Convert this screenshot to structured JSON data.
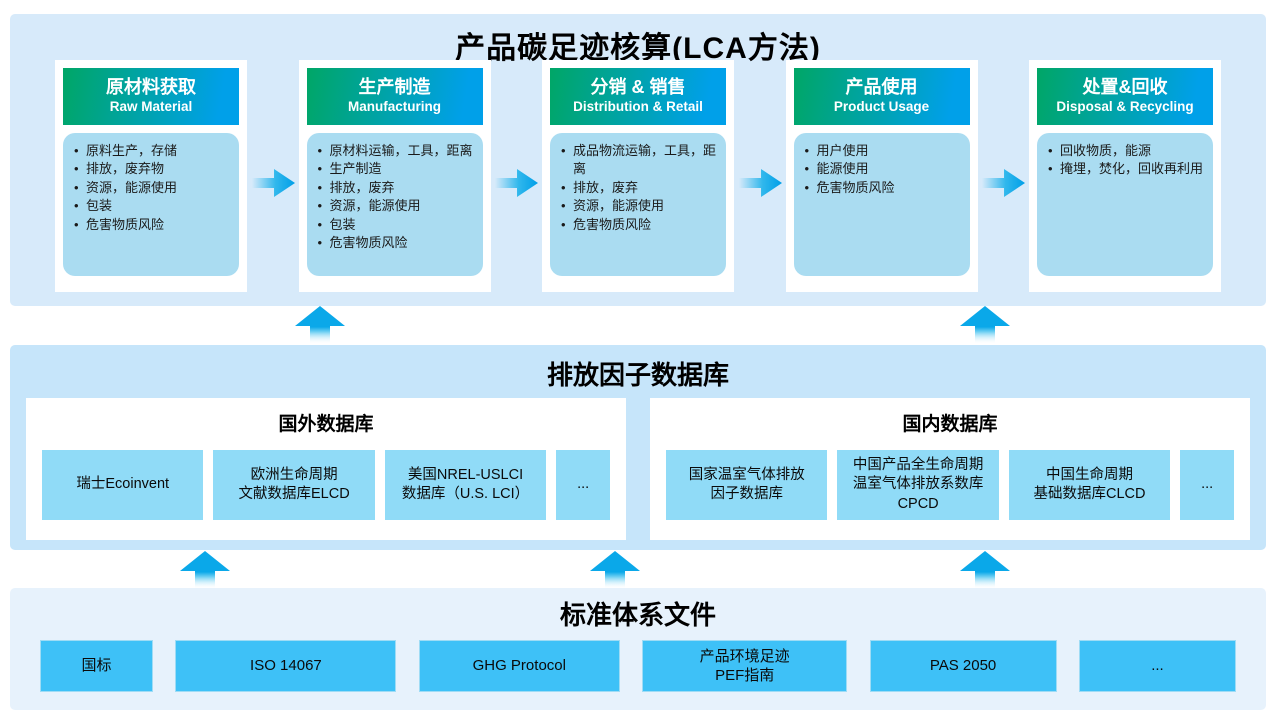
{
  "colors": {
    "top_panel_bg": "#d7eafa",
    "middle_panel_bg": "#c6e5fa",
    "bottom_panel_bg": "#e7f2fc",
    "stage_header_gradient_start": "#00a666",
    "stage_header_gradient_end": "#00a0e9",
    "stage_body_bg": "#aadcf1",
    "db_item_bg": "#90dbf7",
    "std_item_bg": "#3ec1f7",
    "arrow_blue": "#0aa8e9"
  },
  "icons": {
    "flow": "right-arrow",
    "support": "up-arrow"
  },
  "lca": {
    "title": "产品碳足迹核算(LCA方法)",
    "stages": [
      {
        "title_cn": "原材料获取",
        "title_en": "Raw Material",
        "bullets": [
          "原料生产，存储",
          "排放，废弃物",
          "资源，能源使用",
          "包装",
          "危害物质风险"
        ]
      },
      {
        "title_cn": "生产制造",
        "title_en": "Manufacturing",
        "bullets": [
          "原材料运输，工具，距离",
          "生产制造",
          "排放，废弃",
          "资源，能源使用",
          "包装",
          "危害物质风险"
        ]
      },
      {
        "title_cn": "分销 & 销售",
        "title_en": "Distribution & Retail",
        "bullets": [
          "成品物流运输，工具，距离",
          "排放，废弃",
          "资源，能源使用",
          "危害物质风险"
        ]
      },
      {
        "title_cn": "产品使用",
        "title_en": "Product Usage",
        "bullets": [
          "用户使用",
          "能源使用",
          "危害物质风险"
        ]
      },
      {
        "title_cn": "处置&回收",
        "title_en": "Disposal & Recycling",
        "bullets": [
          "回收物质，能源",
          "掩埋，焚化，回收再利用"
        ]
      }
    ]
  },
  "databases": {
    "title": "排放因子数据库",
    "groups": [
      {
        "title": "国外数据库",
        "items": [
          "瑞士Ecoinvent",
          "欧洲生命周期\n文献数据库ELCD",
          "美国NREL-USLCI\n数据库（U.S. LCI）",
          "..."
        ]
      },
      {
        "title": "国内数据库",
        "items": [
          "国家温室气体排放\n因子数据库",
          "中国产品全生命周期\n温室气体排放系数库\nCPCD",
          "中国生命周期\n基础数据库CLCD",
          "..."
        ]
      }
    ]
  },
  "standards": {
    "title": "标准体系文件",
    "items": [
      "国标",
      "ISO 14067",
      "GHG Protocol",
      "产品环境足迹\nPEF指南",
      "PAS 2050",
      "..."
    ]
  }
}
